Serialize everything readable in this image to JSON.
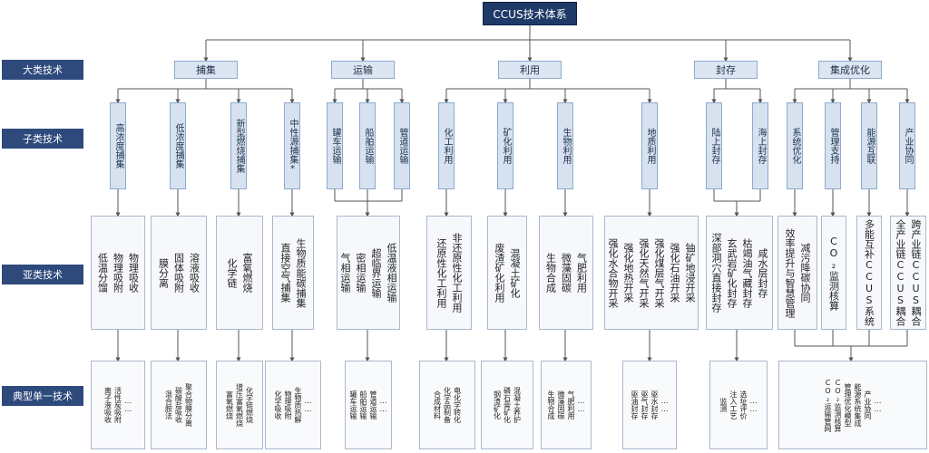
{
  "title": "CCUS技术体系",
  "row_labels": [
    "大类技术",
    "子类技术",
    "亚类技术",
    "典型单一技术"
  ],
  "categories": [
    "捕集",
    "运输",
    "利用",
    "封存",
    "集成优化"
  ],
  "subcategories": [
    [
      "高浓度捕集",
      "低浓度捕集",
      "新型燃烧捕集",
      "中性源捕集*"
    ],
    [
      "罐车运输",
      "船舶运输",
      "管道运输"
    ],
    [
      "化工利用",
      "矿化利用",
      "生物利用",
      "地质利用"
    ],
    [
      "陆上封存",
      "海上封存"
    ],
    [
      "系统优化",
      "管理支持",
      "能源互联",
      "产业协同"
    ]
  ],
  "subclass_tech": {
    "gaonongdu": [
      "低温分馏",
      "物理吸附",
      "物理吸收"
    ],
    "dinongdu": [
      "膜分离",
      "固体吸附",
      "溶液吸收"
    ],
    "xinxing": [
      "化学链",
      "富氧燃烧"
    ],
    "zhongxing": [
      "直接空气捕集",
      "生物质能碳捕集"
    ],
    "yunshu": [
      "气相运输",
      "密相运输",
      "超临界运输",
      "低温液相运输"
    ],
    "huagong": [
      "还原性化工利用",
      "非还原性化工利用"
    ],
    "kuanghua": [
      "废渣矿化利用",
      "混凝土矿化"
    ],
    "shengwu": [
      "生物合成",
      "微藻固碳",
      "气肥利用"
    ],
    "dizhi": [
      "强化水合物开采",
      "强化地热开采",
      "强化天然气开采",
      "强化煤层气开采",
      "强化石油开采",
      "铀矿地浸开采"
    ],
    "fengcun": [
      "深部洞穴直接封存",
      "玄武岩矿化封存",
      "枯竭油气藏封存",
      "咸水层封存"
    ],
    "xitong": [
      "效率提升与智慧管理",
      "减污降碳协同"
    ],
    "guanli": [
      "CO₂监测核算"
    ],
    "nengyuan": [
      "多能互补CCUS系统"
    ],
    "chanye": [
      "全产业链CCUS耦合",
      "跨产业链CCUS耦合"
    ]
  },
  "typical_tech": {
    "buji": [
      "混合胺法",
      "碳酸盐吸收",
      "聚合物膜分离",
      "离子液吸收",
      "活性炭吸附",
      "……"
    ],
    "xinxing_typ": [
      "富氧燃烧",
      "增压富氧燃烧",
      "化学链燃烧",
      "……"
    ],
    "zhongxing_typ": [
      "化学吸收",
      "物理吸附",
      "生物质热解",
      "……"
    ],
    "yunshu_typ": [
      "罐车运输",
      "船舶运输",
      "管道运输",
      "……"
    ],
    "huagong_typ": [
      "合成材料",
      "化学品制备",
      "电化学转化",
      "……"
    ],
    "kuanghua_typ": [
      "钢渣矿化",
      "磷石膏矿化",
      "混凝土养护",
      "……"
    ],
    "shengwu_typ": [
      "生物合成",
      "微藻固碳",
      "气肥利用",
      "……"
    ],
    "dizhi_typ": [
      "驱油封存",
      "驱气封存",
      "驱水封存",
      "……"
    ],
    "fengcun_typ": [
      "监测",
      "注入工艺",
      "选址评价",
      "……"
    ],
    "jicheng_typ": [
      "CO₂运输管网",
      "CO₂监测核算",
      "管理优化模型",
      "能源系统集成",
      "产业协同",
      "……"
    ]
  }
}
